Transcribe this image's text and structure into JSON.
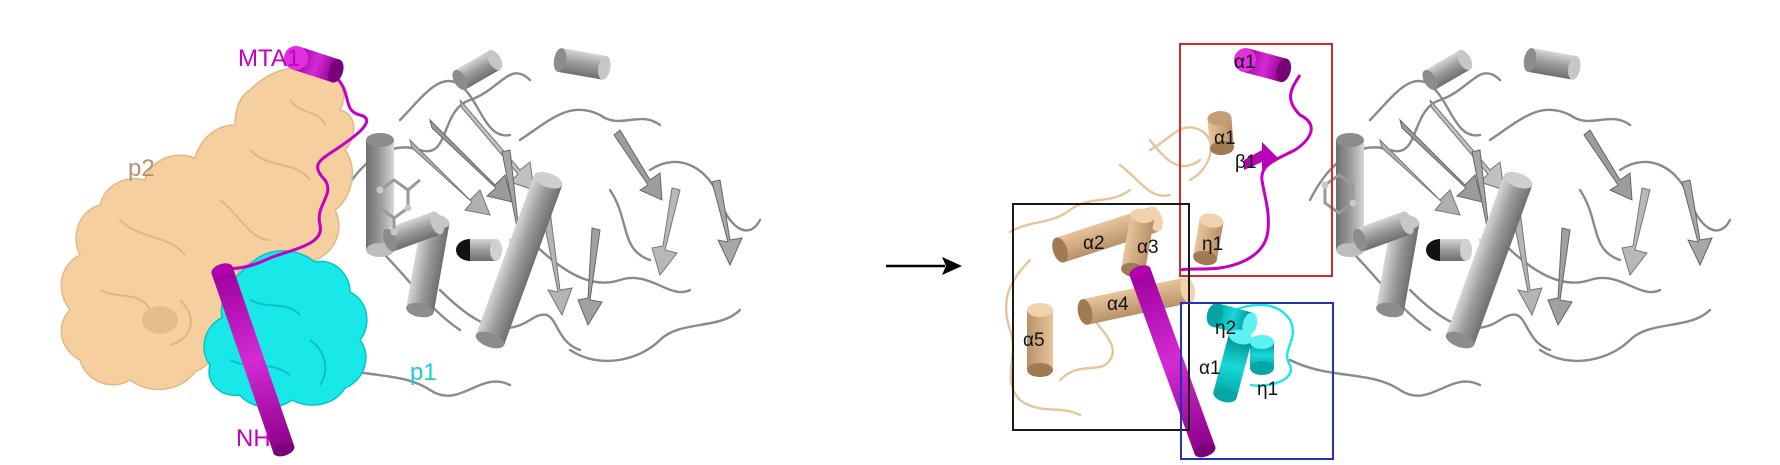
{
  "colors": {
    "mta1": "#c300c3",
    "p2": "#f6cf9f",
    "p1": "#18e8e8",
    "protein": "#9e9e9e",
    "protein_dark": "#7d7d7d",
    "protein_light": "#cdcdcd",
    "box_red": "#d42a2a",
    "box_black": "#1a1a1a",
    "box_blue": "#2432b4",
    "arrow": "#000000"
  },
  "left_panel": {
    "labels": {
      "mta1": "MTA1",
      "p2": "p2",
      "p1": "p1",
      "nh": "NH"
    }
  },
  "right_panel": {
    "red_box": {
      "labels": [
        "α1",
        "α1",
        "β1",
        "η1"
      ]
    },
    "black_box": {
      "labels": [
        "α2",
        "α3",
        "α4",
        "α5"
      ]
    },
    "blue_box": {
      "labels": [
        "η2",
        "α1",
        "η1"
      ]
    }
  },
  "arrow": {
    "icon": "right-arrow-icon"
  }
}
